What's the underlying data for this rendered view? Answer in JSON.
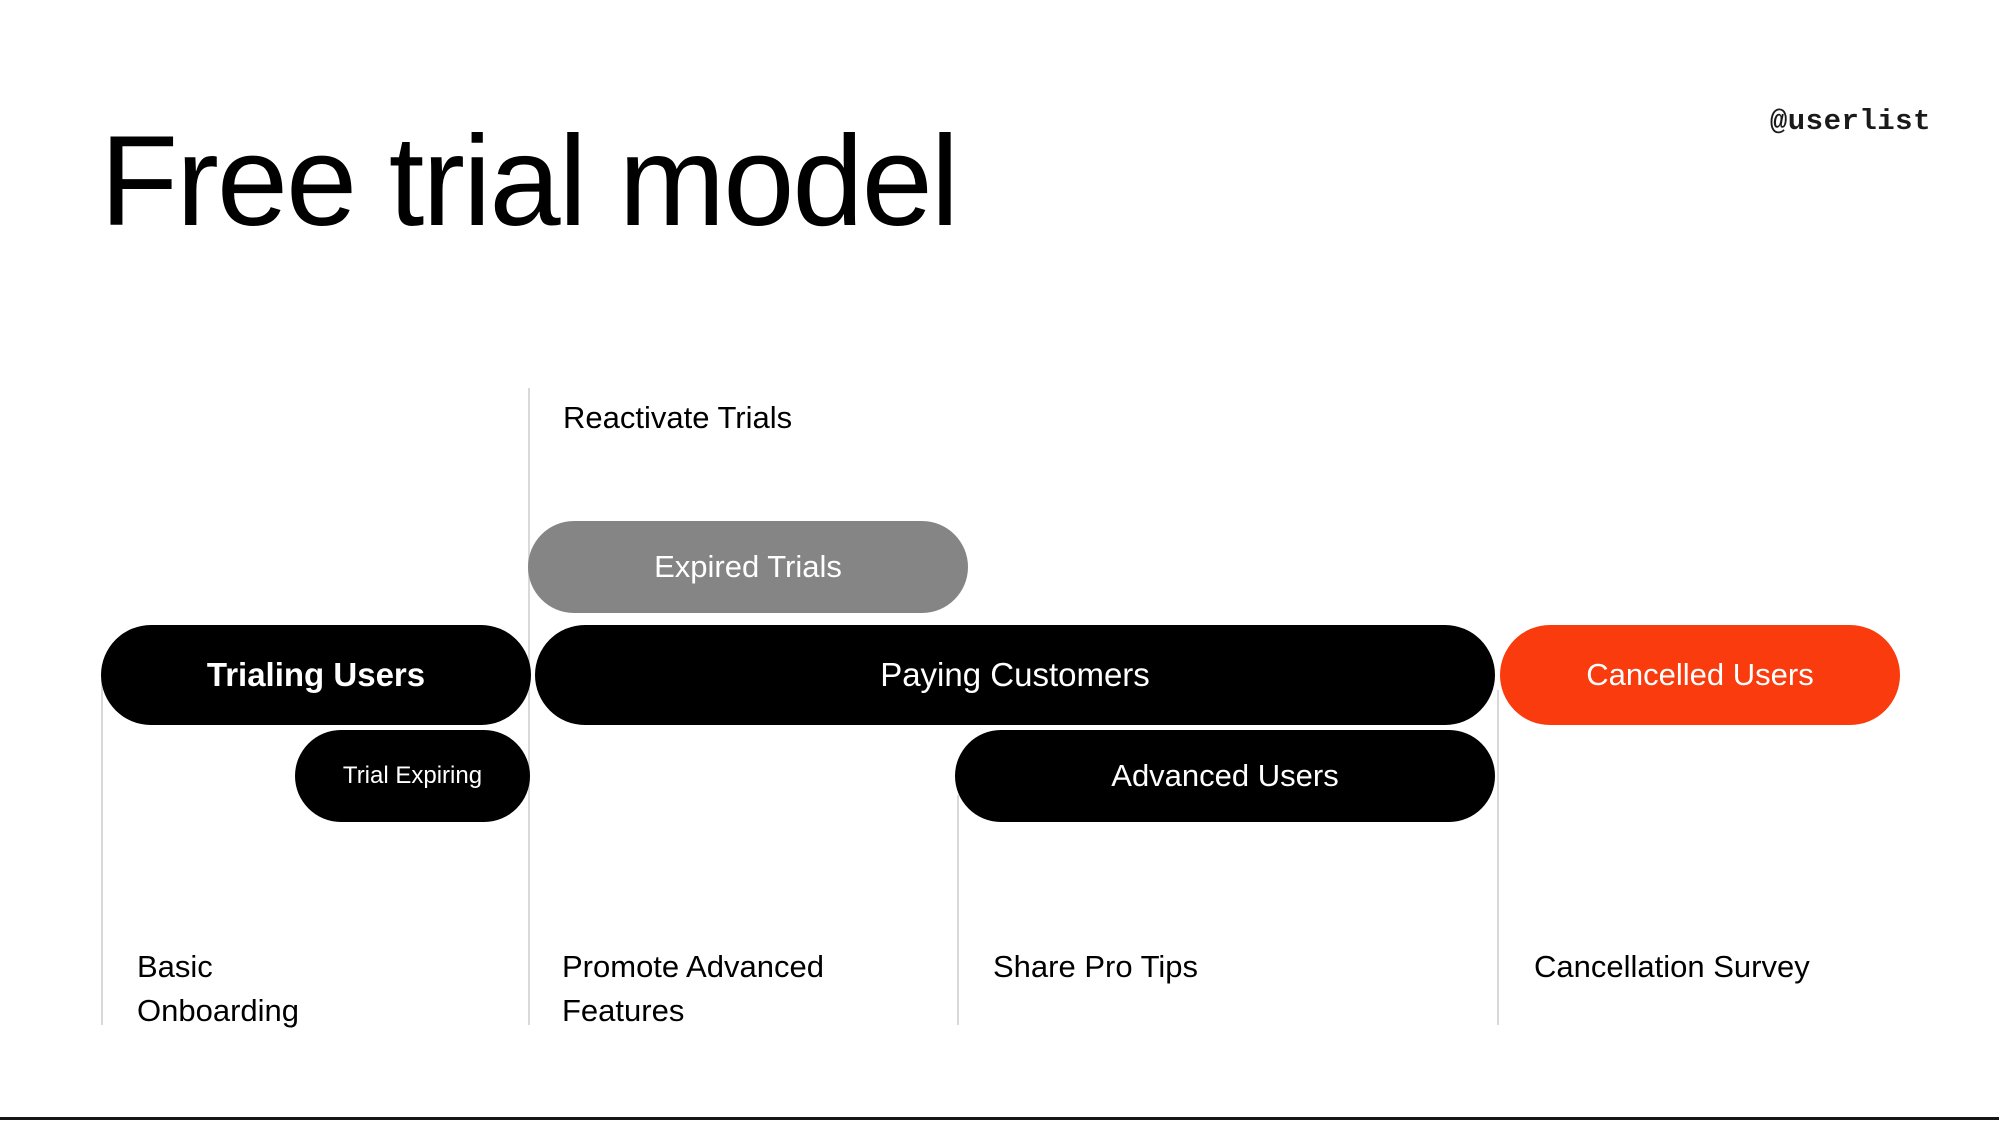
{
  "slide": {
    "title": "Free trial model",
    "watermark": "@userlist",
    "background_color": "#ffffff"
  },
  "colors": {
    "black": "#000000",
    "grey": "#858585",
    "orange": "#f93b0d",
    "divider": "#d9d9d9",
    "text_on_pill": "#ffffff",
    "text": "#000000"
  },
  "diagram": {
    "type": "lifecycle-funnel",
    "annotations": [
      {
        "id": "reactivate-trials",
        "label": "Reactivate Trials"
      }
    ],
    "segments": [
      {
        "id": "expired-trials",
        "label": "Expired Trials",
        "color_role": "grey",
        "row": "upper"
      },
      {
        "id": "trialing-users",
        "label": "Trialing Users",
        "color_role": "black",
        "row": "main"
      },
      {
        "id": "paying-customers",
        "label": "Paying Customers",
        "color_role": "black",
        "row": "main"
      },
      {
        "id": "cancelled-users",
        "label": "Cancelled Users",
        "color_role": "orange",
        "row": "main"
      },
      {
        "id": "trial-expiring",
        "label": "Trial Expiring",
        "color_role": "black",
        "row": "lower"
      },
      {
        "id": "advanced-users",
        "label": "Advanced Users",
        "color_role": "black",
        "row": "lower"
      }
    ],
    "stages": [
      {
        "id": "basic-onboarding",
        "lines": [
          "Basic",
          "Onboarding"
        ]
      },
      {
        "id": "promote-advanced-features",
        "lines": [
          "Promote Advanced",
          "Features"
        ]
      },
      {
        "id": "share-pro-tips",
        "lines": [
          "Share Pro Tips"
        ]
      },
      {
        "id": "cancellation-survey",
        "lines": [
          "Cancellation Survey"
        ]
      }
    ]
  }
}
